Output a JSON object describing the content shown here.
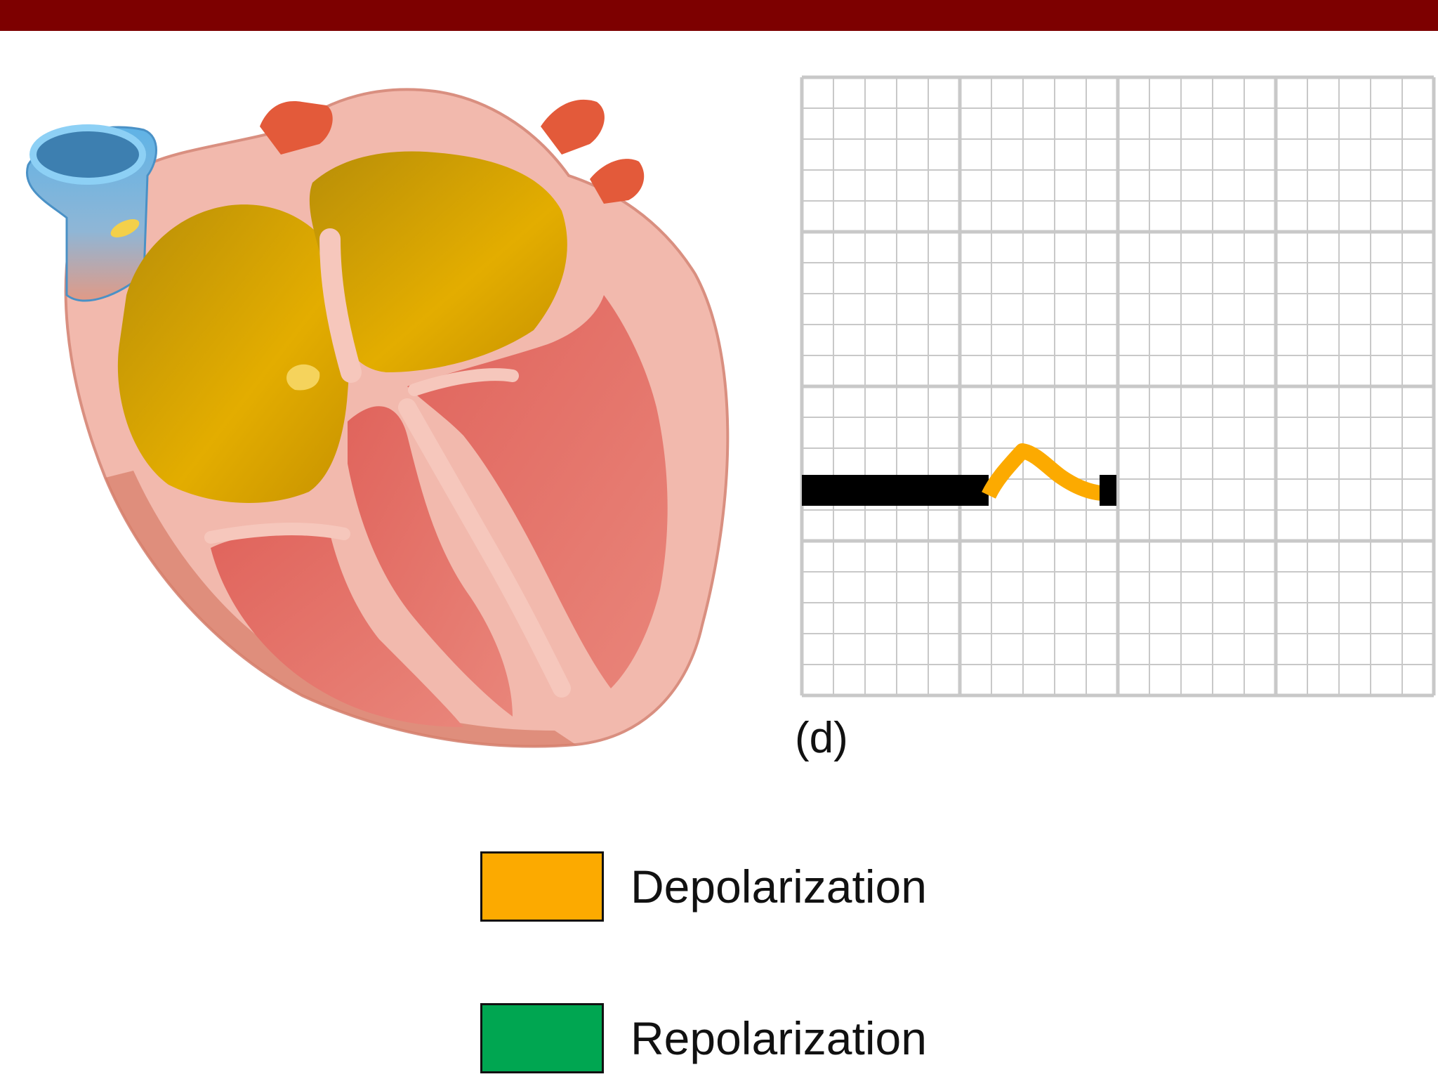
{
  "colors": {
    "top_bar": "#7d0000",
    "depolarization": "#fcaa00",
    "repolarization": "#00a651",
    "trace": "#000000",
    "grid": "#c8c8c8"
  },
  "panel_label": "(d)",
  "legend": [
    {
      "label": "Depolarization",
      "color": "#fcaa00"
    },
    {
      "label": "Repolarization",
      "color": "#00a651"
    }
  ]
}
